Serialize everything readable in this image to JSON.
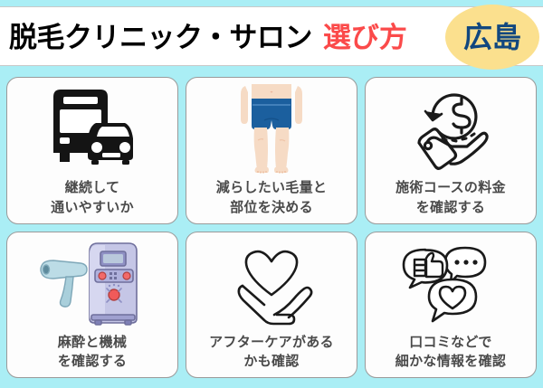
{
  "header": {
    "title_main": "脱毛クリニック・サロン",
    "title_accent": "選び方",
    "badge_label": "広島",
    "colors": {
      "background": "#aaeef5",
      "header_bg": "#ffffff",
      "title_color": "#000000",
      "accent_color": "#fb4a4a",
      "badge_bg": "#fbe08e",
      "badge_text": "#11477f"
    }
  },
  "cards": [
    {
      "icon": "bus-and-car-icon",
      "line1": "継続して",
      "line2": "通いやすいか"
    },
    {
      "icon": "lower-body-in-shorts-icon",
      "line1": "減らしたい毛量と",
      "line2": "部位を決める"
    },
    {
      "icon": "hand-with-price-tag-and-dollar-icon",
      "line1": "施術コースの料金",
      "line2": "を確認する"
    },
    {
      "icon": "laser-hair-removal-machine-icon",
      "line1": "麻酔と機械",
      "line2": "を確認する"
    },
    {
      "icon": "hand-holding-heart-icon",
      "line1": "アフターケアがある",
      "line2": "かも確認"
    },
    {
      "icon": "speech-bubbles-review-icon",
      "line1": "口コミなどで",
      "line2": "細かな情報を確認"
    }
  ],
  "card_style": {
    "card_bg": "#fdfdfd",
    "card_border": "#9a9a9a",
    "label_color": "#4a4a4a"
  }
}
